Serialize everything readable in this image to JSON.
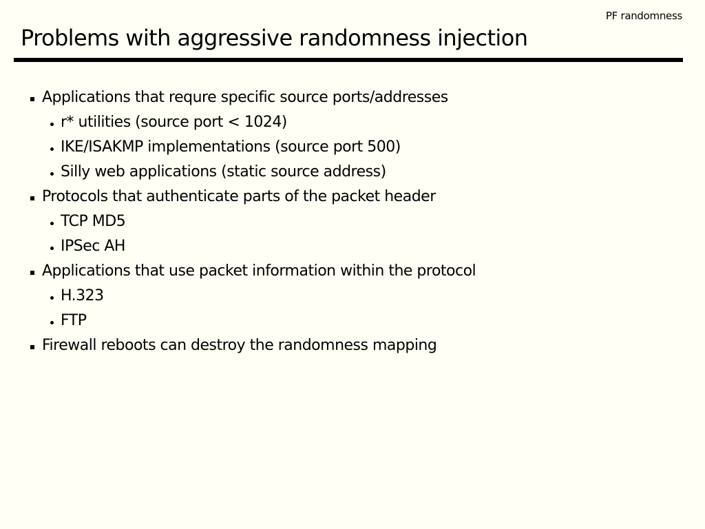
{
  "header": {
    "tag": "PF randomness",
    "title": "Problems with aggressive randomness injection"
  },
  "bullets": [
    {
      "text": "Applications that requre specific source ports/addresses",
      "sub": [
        "r* utilities (source port < 1024)",
        "IKE/ISAKMP implementations (source port 500)",
        "Silly web applications (static source address)"
      ]
    },
    {
      "text": "Protocols that authenticate parts of the packet header",
      "sub": [
        "TCP MD5",
        "IPSec AH"
      ]
    },
    {
      "text": "Applications that use packet information within the protocol",
      "sub": [
        "H.323",
        "FTP"
      ]
    },
    {
      "text": "Firewall reboots can destroy the randomness mapping",
      "sub": []
    }
  ]
}
